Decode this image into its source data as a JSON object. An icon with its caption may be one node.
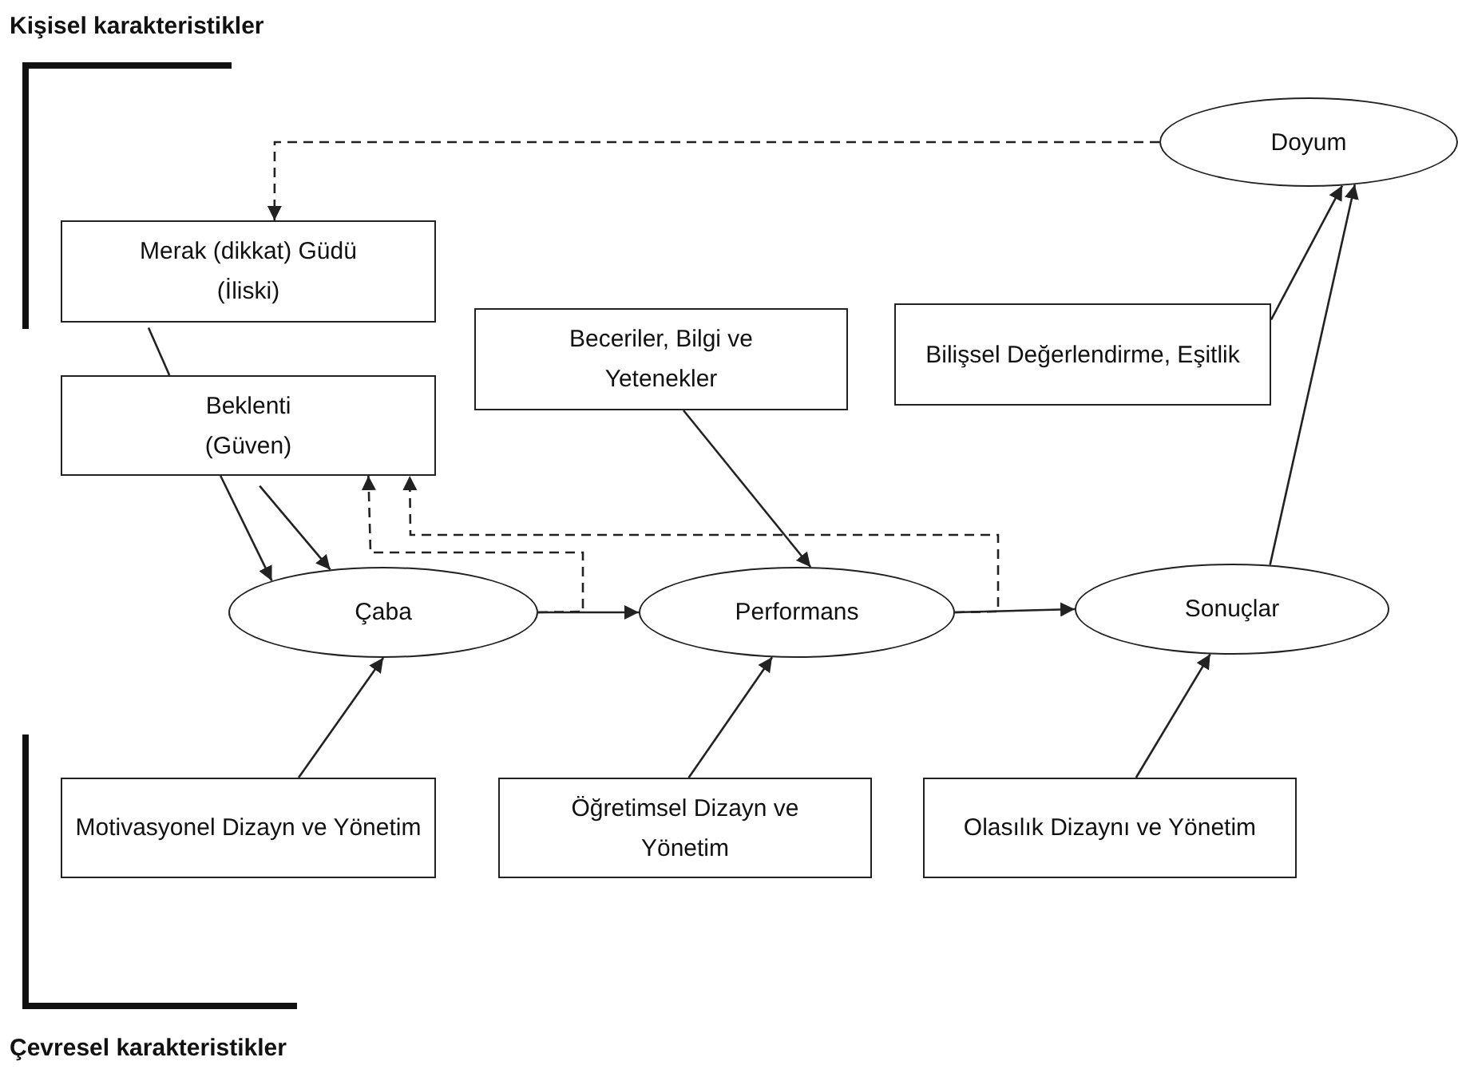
{
  "diagram": {
    "nodes": [
      {
        "text": [
          "Merak (dikkat) Güdü (İliski)"
        ]
      },
      {
        "text": [
          "Beklenti (Güven)"
        ]
      },
      {
        "text": [
          "Beceriler, Bilgi ve Yetenekler"
        ]
      },
      {
        "text": [
          "Bilişsel Değerlendirme, Eşitlik"
        ]
      },
      {
        "text": [
          "Doyum"
        ]
      },
      {
        "text": [
          "Çaba"
        ]
      },
      {
        "text": [
          "Performans"
        ]
      },
      {
        "text": [
          "Sonuçlar"
        ]
      },
      {
        "text": [
          "Motivasyonel Dizayn ve Yönetim"
        ]
      },
      {
        "text": [
          "Öğretimsel Dizayn ve Yönetim"
        ]
      },
      {
        "text": [
          "Olasılık Dizaynı ve Yönetim"
        ]
      }
    ],
    "edges": [
      {
        "from": 4,
        "to": 0,
        "arrow": "to",
        "style": "dashed"
      },
      {
        "from": 0,
        "to": 1,
        "arrow": "none"
      },
      {
        "from": 1,
        "to": 5,
        "arrow": "to"
      },
      {
        "from": 1,
        "to": 5,
        "arrow": "to"
      },
      {
        "from": 5,
        "to": 6,
        "arrow": "to"
      },
      {
        "from": 6,
        "to": 1,
        "arrow": "to",
        "style": "dashed"
      },
      {
        "from": 5,
        "to": 1,
        "arrow": "to",
        "style": "dashed"
      },
      {
        "from": 2,
        "to": 6,
        "arrow": "to"
      },
      {
        "from": 6,
        "to": 7,
        "arrow": "to"
      },
      {
        "from": 3,
        "to": 4,
        "arrow": "to"
      },
      {
        "from": 7,
        "to": 4,
        "arrow": "to"
      },
      {
        "from": 8,
        "to": 5,
        "arrow": "to"
      },
      {
        "from": 9,
        "to": 6,
        "arrow": "to"
      },
      {
        "from": 10,
        "to": 7,
        "arrow": "to"
      }
    ],
    "labels": [
      "Kişisel karakteristikler",
      "Çevresel karakteristikler"
    ]
  }
}
